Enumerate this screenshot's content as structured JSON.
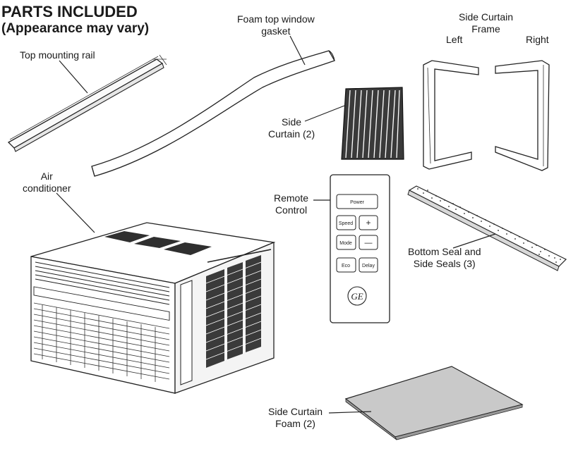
{
  "heading": {
    "title": "PARTS INCLUDED",
    "subtitle": "(Appearance may vary)"
  },
  "labels": {
    "top_mounting_rail": "Top mounting rail",
    "foam_gasket_line1": "Foam top window",
    "foam_gasket_line2": "gasket",
    "side_curtain_frame_line1": "Side Curtain",
    "side_curtain_frame_line2": "Frame",
    "frame_left": "Left",
    "frame_right": "Right",
    "side_curtain_line1": "Side",
    "side_curtain_line2": "Curtain (2)",
    "air_conditioner_line1": "Air",
    "air_conditioner_line2": "conditioner",
    "remote_control_line1": "Remote",
    "remote_control_line2": "Control",
    "bottom_seal_line1": "Bottom Seal and",
    "bottom_seal_line2": "Side Seals (3)",
    "side_curtain_foam_line1": "Side Curtain",
    "side_curtain_foam_line2": "Foam (2)"
  },
  "remote": {
    "power": "Power",
    "speed": "Speed",
    "plus": "+",
    "mode": "Mode",
    "minus": "—",
    "eco": "Eco",
    "delay": "Delay",
    "logo": "GE"
  },
  "icons": {
    "rail": "mounting-rail-illustration",
    "gasket": "foam-gasket-illustration",
    "frame": "curtain-frame-illustration",
    "curtain": "side-curtain-illustration",
    "ac": "air-conditioner-illustration",
    "remote": "remote-control-illustration",
    "seal": "foam-seal-illustration",
    "foam": "foam-sheet-illustration"
  }
}
